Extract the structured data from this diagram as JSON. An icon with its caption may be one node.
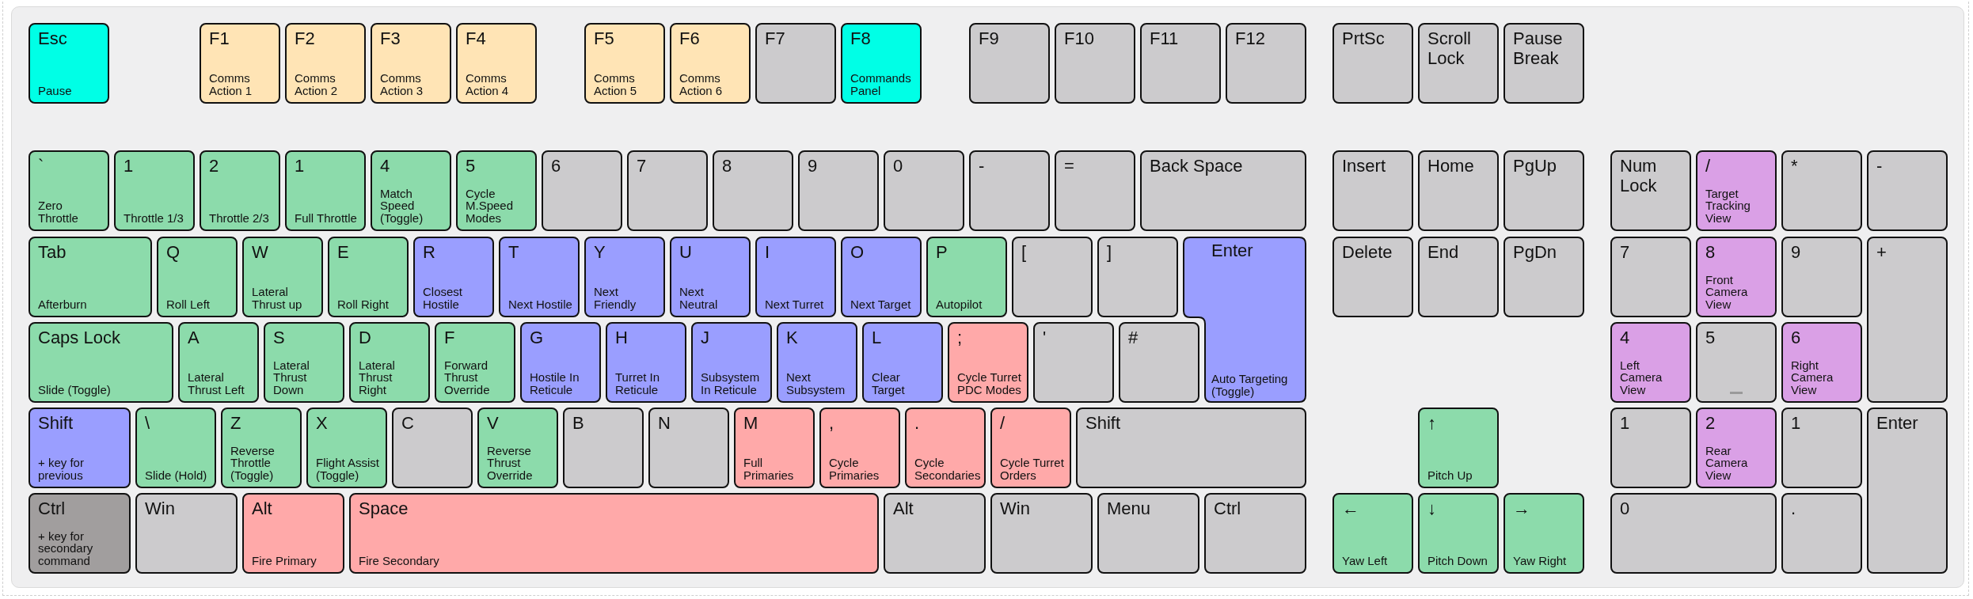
{
  "diagram": {
    "nodes": [
      {
        "text": [
          "Esc",
          "Pause"
        ]
      },
      {
        "text": [
          "F1",
          "Comms Action 1"
        ]
      },
      {
        "text": [
          "F2",
          "Comms Action 2"
        ]
      },
      {
        "text": [
          "F3",
          "Comms Action 3"
        ]
      },
      {
        "text": [
          "F4",
          "Comms Action 4"
        ]
      },
      {
        "text": [
          "F5",
          "Comms Action 5"
        ]
      },
      {
        "text": [
          "F6",
          "Comms Action 6"
        ]
      },
      {
        "text": [
          "F7"
        ]
      },
      {
        "text": [
          "F8",
          "Commands Panel"
        ]
      },
      {
        "text": [
          "F9"
        ]
      },
      {
        "text": [
          "F10"
        ]
      },
      {
        "text": [
          "F11"
        ]
      },
      {
        "text": [
          "F12"
        ]
      },
      {
        "text": [
          "PrtSc"
        ]
      },
      {
        "text": [
          "Scroll Lock"
        ]
      },
      {
        "text": [
          "Pause Break"
        ]
      },
      {
        "text": [
          "`",
          "Zero Throttle"
        ]
      },
      {
        "text": [
          "1",
          "Throttle 1/3"
        ]
      },
      {
        "text": [
          "2",
          "Throttle 2/3"
        ]
      },
      {
        "text": [
          "1",
          "Full Throttle"
        ]
      },
      {
        "text": [
          "4",
          "Match Speed (Toggle)"
        ]
      },
      {
        "text": [
          "5",
          "Cycle M.Speed Modes"
        ]
      },
      {
        "text": [
          "6"
        ]
      },
      {
        "text": [
          "7"
        ]
      },
      {
        "text": [
          "8"
        ]
      },
      {
        "text": [
          "9"
        ]
      },
      {
        "text": [
          "0"
        ]
      },
      {
        "text": [
          "-"
        ]
      },
      {
        "text": [
          "="
        ]
      },
      {
        "text": [
          "Back Space"
        ]
      },
      {
        "text": [
          "Insert"
        ]
      },
      {
        "text": [
          "Home"
        ]
      },
      {
        "text": [
          "PgUp"
        ]
      },
      {
        "text": [
          "Num Lock"
        ]
      },
      {
        "text": [
          "/",
          "Target Tracking View"
        ]
      },
      {
        "text": [
          "*"
        ]
      },
      {
        "text": [
          "-"
        ]
      },
      {
        "text": [
          "Tab",
          "Afterburn"
        ]
      },
      {
        "text": [
          "Q",
          "Roll Left"
        ]
      },
      {
        "text": [
          "W",
          "Lateral Thrust up"
        ]
      },
      {
        "text": [
          "E",
          "Roll Right"
        ]
      },
      {
        "text": [
          "R",
          "Closest Hostile"
        ]
      },
      {
        "text": [
          "T",
          "Next Hostile"
        ]
      },
      {
        "text": [
          "Y",
          "Next Friendly"
        ]
      },
      {
        "text": [
          "U",
          "Next Neutral"
        ]
      },
      {
        "text": [
          "I",
          "Next Turret"
        ]
      },
      {
        "text": [
          "O",
          "Next Target"
        ]
      },
      {
        "text": [
          "P",
          "Autopilot"
        ]
      },
      {
        "text": [
          "["
        ]
      },
      {
        "text": [
          "]"
        ]
      },
      {
        "text": [
          "Enter",
          "Auto Targeting (Toggle)"
        ]
      },
      {
        "text": [
          "Delete"
        ]
      },
      {
        "text": [
          "End"
        ]
      },
      {
        "text": [
          "PgDn"
        ]
      },
      {
        "text": [
          "7"
        ]
      },
      {
        "text": [
          "8",
          "Front Camera View"
        ]
      },
      {
        "text": [
          "9"
        ]
      },
      {
        "text": [
          "+"
        ]
      },
      {
        "text": [
          "Caps Lock",
          "Slide (Toggle)"
        ]
      },
      {
        "text": [
          "A",
          "Lateral Thrust Left"
        ]
      },
      {
        "text": [
          "S",
          "Lateral Thrust Down"
        ]
      },
      {
        "text": [
          "D",
          "Lateral Thrust Right"
        ]
      },
      {
        "text": [
          "F",
          "Forward Thrust Override"
        ]
      },
      {
        "text": [
          "G",
          "Hostile In Reticule"
        ]
      },
      {
        "text": [
          "H",
          "Turret In Reticule"
        ]
      },
      {
        "text": [
          "J",
          "Subsystem In Reticule"
        ]
      },
      {
        "text": [
          "K",
          "Next Subsystem"
        ]
      },
      {
        "text": [
          "L",
          "Clear Target"
        ]
      },
      {
        "text": [
          ";",
          "Cycle Turret PDC Modes"
        ]
      },
      {
        "text": [
          "'"
        ]
      },
      {
        "text": [
          "#"
        ]
      },
      {
        "text": [
          "4",
          "Left Camera View"
        ]
      },
      {
        "text": [
          "5"
        ]
      },
      {
        "text": [
          "6",
          "Right Camera View"
        ]
      },
      {
        "text": [
          "Shift",
          "+ key for previous"
        ]
      },
      {
        "text": [
          "\\",
          "Slide (Hold)"
        ]
      },
      {
        "text": [
          "Z",
          "Reverse Throttle (Toggle)"
        ]
      },
      {
        "text": [
          "X",
          "Flight Assist (Toggle)"
        ]
      },
      {
        "text": [
          "C"
        ]
      },
      {
        "text": [
          "V",
          "Reverse Thrust Override"
        ]
      },
      {
        "text": [
          "B"
        ]
      },
      {
        "text": [
          "N"
        ]
      },
      {
        "text": [
          "M",
          "Full Primaries"
        ]
      },
      {
        "text": [
          ",",
          "Cycle Primaries"
        ]
      },
      {
        "text": [
          ".",
          "Cycle Secondaries"
        ]
      },
      {
        "text": [
          "/",
          "Cycle Turret Orders"
        ]
      },
      {
        "text": [
          "Shift"
        ]
      },
      {
        "text": [
          "↑",
          "Pitch Up"
        ]
      },
      {
        "text": [
          "1"
        ]
      },
      {
        "text": [
          "2",
          "Rear Camera View"
        ]
      },
      {
        "text": [
          "1"
        ]
      },
      {
        "text": [
          "Enter"
        ]
      },
      {
        "text": [
          "Ctrl",
          "+ key for secondary command"
        ]
      },
      {
        "text": [
          "Win"
        ]
      },
      {
        "text": [
          "Alt",
          "Fire Primary"
        ]
      },
      {
        "text": [
          "Space",
          "Fire Secondary"
        ]
      },
      {
        "text": [
          "Alt"
        ]
      },
      {
        "text": [
          "Win"
        ]
      },
      {
        "text": [
          "Menu"
        ]
      },
      {
        "text": [
          "Ctrl"
        ]
      },
      {
        "text": [
          "←",
          "Yaw Left"
        ]
      },
      {
        "text": [
          "↓",
          "Pitch Down"
        ]
      },
      {
        "text": [
          "→",
          "Yaw Right"
        ]
      },
      {
        "text": [
          "0"
        ]
      },
      {
        "text": [
          "."
        ]
      }
    ]
  }
}
